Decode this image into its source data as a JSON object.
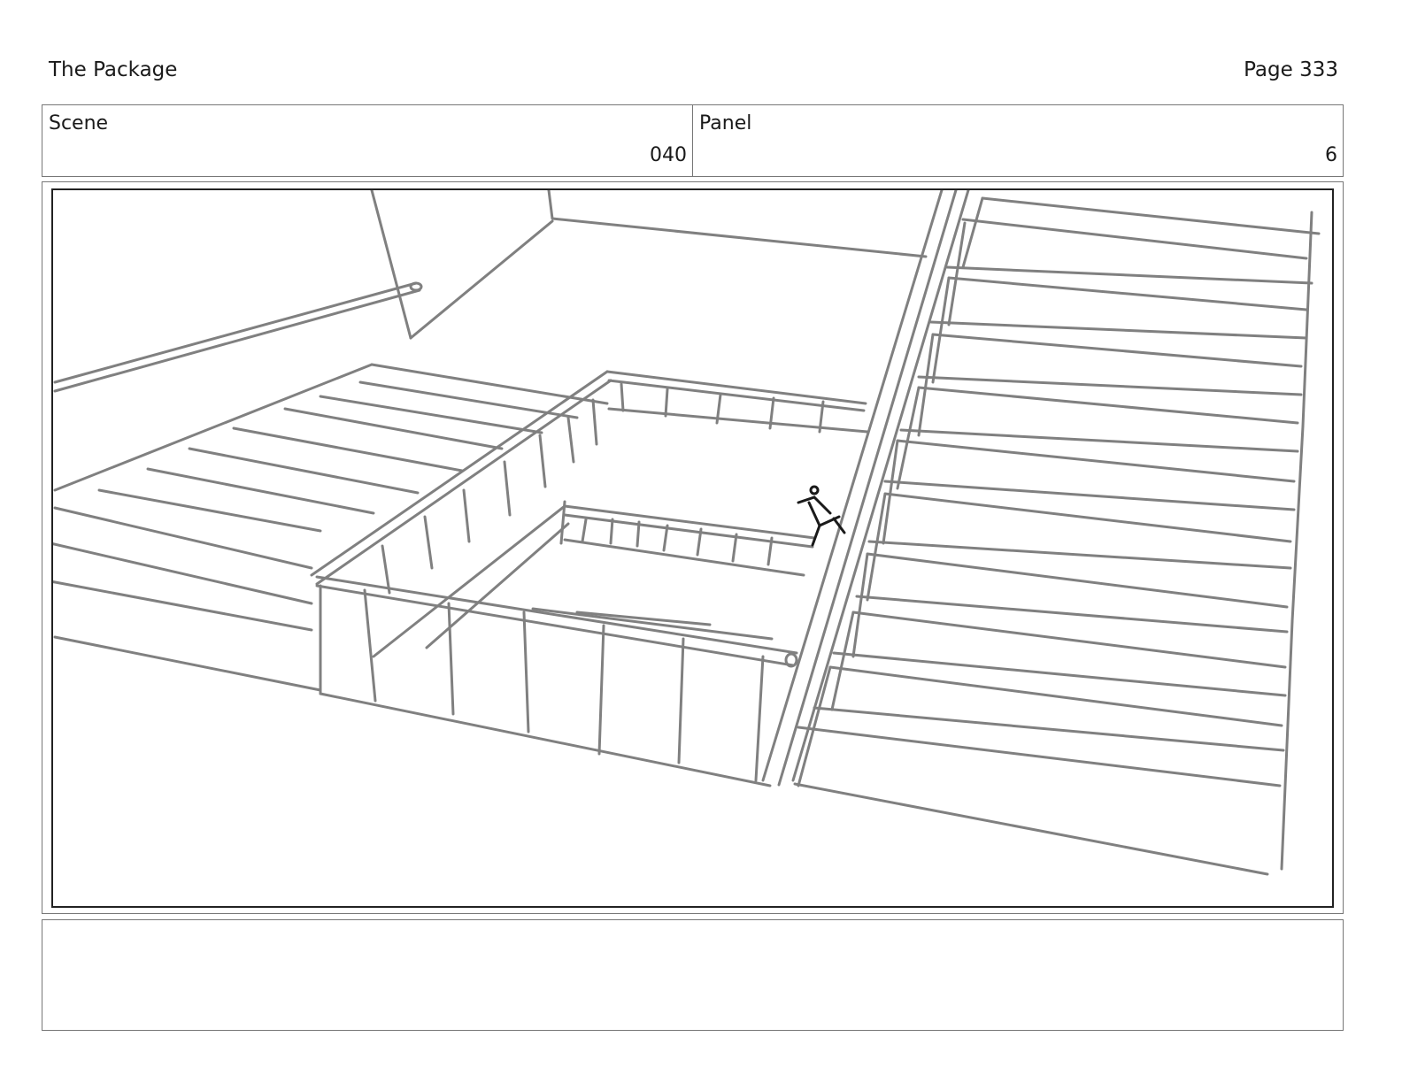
{
  "header": {
    "title": "The Package",
    "page": "Page 333"
  },
  "info": {
    "scene_label": "Scene",
    "scene_value": "040",
    "panel_label": "Panel",
    "panel_value": "6"
  },
  "notes": {
    "text": ""
  },
  "colors": {
    "sketch": "#808080",
    "figure": "#1a1a1a"
  }
}
